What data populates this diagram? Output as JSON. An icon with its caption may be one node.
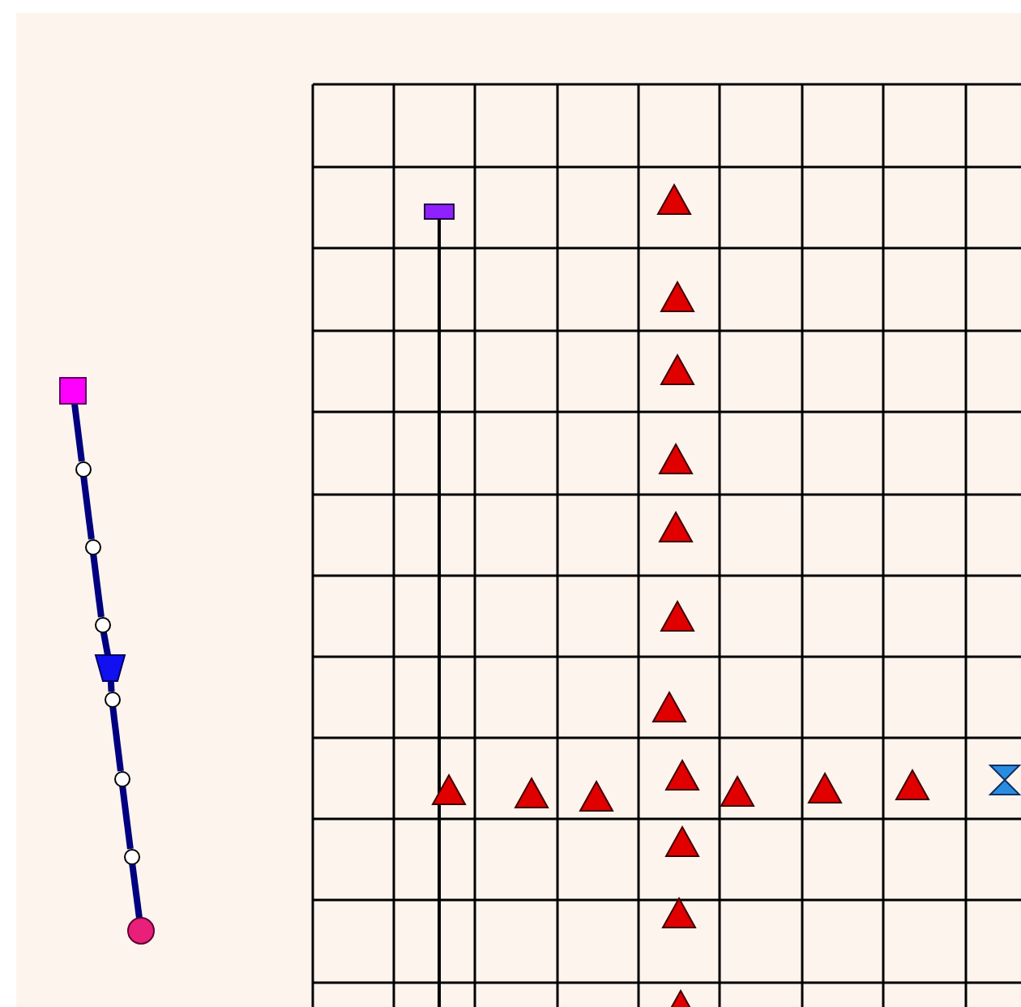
{
  "diagram": {
    "nodes": [
      {
        "text": [],
        "shape": "box"
      },
      {
        "text": [],
        "shape": "circle"
      },
      {
        "text": [],
        "shape": "circle"
      },
      {
        "text": [],
        "shape": "circle"
      },
      {
        "text": [],
        "shape": "trapezoid"
      },
      {
        "text": [],
        "shape": "circle"
      },
      {
        "text": [],
        "shape": "circle"
      },
      {
        "text": [],
        "shape": "circle"
      },
      {
        "text": [],
        "shape": "circle"
      },
      {
        "text": [],
        "shape": "bar"
      }
    ],
    "edges": [
      {
        "from": 0,
        "to": 1,
        "arrow": "none"
      },
      {
        "from": 1,
        "to": 2,
        "arrow": "none"
      },
      {
        "from": 2,
        "to": 3,
        "arrow": "none"
      },
      {
        "from": 3,
        "to": 4,
        "arrow": "none"
      },
      {
        "from": 4,
        "to": 5,
        "arrow": "none"
      },
      {
        "from": 5,
        "to": 6,
        "arrow": "none"
      },
      {
        "from": 6,
        "to": 7,
        "arrow": "none"
      },
      {
        "from": 7,
        "to": 8,
        "arrow": "none"
      },
      {
        "from": 9,
        "to": null,
        "arrow": "none",
        "color": "#000000"
      }
    ]
  }
}
